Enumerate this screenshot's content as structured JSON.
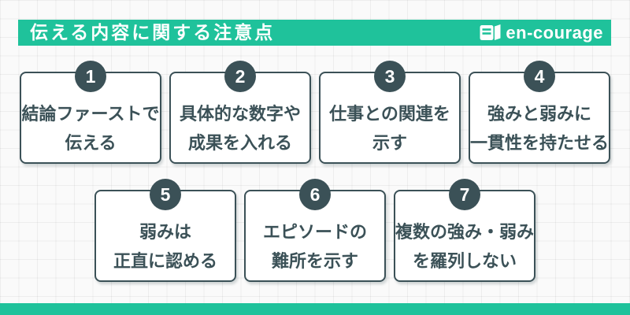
{
  "header": {
    "title": "伝える内容に関する注意点",
    "logo": {
      "text": "en-courage",
      "icon": "book-icon"
    }
  },
  "colors": {
    "accent_teal": "#1FC29B",
    "dark_slate": "#3B5157",
    "card_background": "#FFFFFF",
    "page_background": "#FAFAFA",
    "grid_line": "#E9E9E9",
    "text_on_accent": "#FFFFFF"
  },
  "cards": [
    {
      "number": "1",
      "lines": [
        "結論ファーストで",
        "伝える"
      ]
    },
    {
      "number": "2",
      "lines": [
        "具体的な数字や",
        "成果を入れる"
      ]
    },
    {
      "number": "3",
      "lines": [
        "仕事との関連を",
        "示す"
      ]
    },
    {
      "number": "4",
      "lines": [
        "強みと弱みに",
        "一貫性を持たせる"
      ]
    },
    {
      "number": "5",
      "lines": [
        "弱みは",
        "正直に認める"
      ]
    },
    {
      "number": "6",
      "lines": [
        "エピソードの",
        "難所を示す"
      ]
    },
    {
      "number": "7",
      "lines": [
        "複数の強み・弱み",
        "を羅列しない"
      ]
    }
  ]
}
